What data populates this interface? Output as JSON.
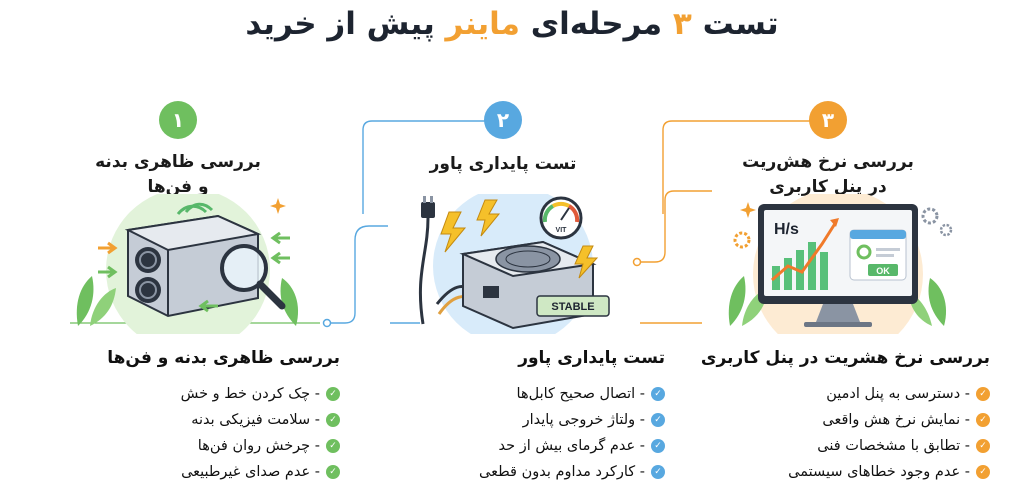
{
  "title": {
    "before": "تست",
    "accent1": "۳",
    "middle": "مرحله‌ای",
    "accent2": "ماینر",
    "after": "پیش از خرید"
  },
  "colors": {
    "step1": "#6fbf5f",
    "step2": "#58a8e0",
    "step3": "#f2a032",
    "dark": "#1d2430"
  },
  "steps": [
    {
      "number": "۳",
      "card_title": [
        "بررسی نرخ هش‌ریت",
        "در پنل کاربری"
      ],
      "subtitle": "بررسی نرخ هشریت در پنل کاربری",
      "items": [
        "- دسترسی به پنل ادمین",
        "- نمایش نرخ هش واقعی",
        "- تطابق با مشخصات فنی",
        "- عدم وجود خطاهای سیستمی"
      ],
      "illustration": {
        "chart_label": "H/s",
        "button_label": "OK",
        "icons": [
          "monitor-icon",
          "gear-icon",
          "chart-icon",
          "leaf-icon"
        ]
      }
    },
    {
      "number": "۲",
      "card_title": [
        "تست پایداری پاور"
      ],
      "subtitle": "تست پایداری پاور",
      "items": [
        "- اتصال صحیح کابل‌ها",
        "- ولتاژ خروجی پایدار",
        "- عدم گرمای بیش از حد",
        "- کارکرد مداوم بدون قطعی"
      ],
      "illustration": {
        "gauge_label": "VIT",
        "badge_label": "STABLE",
        "icons": [
          "power-supply-icon",
          "plug-icon",
          "lightning-icon",
          "gauge-icon"
        ]
      }
    },
    {
      "number": "۱",
      "card_title": [
        "بررسی ظاهری بدنه",
        "و فن‌ها"
      ],
      "subtitle": "بررسی ظاهری بدنه و فن‌ها",
      "items": [
        "- چک کردن خط و خش",
        "- سلامت فیزیکی بدنه",
        "- چرخش روان فن‌ها",
        "- عدم صدای غیرطبیعی"
      ],
      "illustration": {
        "icons": [
          "miner-icon",
          "magnifier-icon",
          "arrow-icon",
          "leaf-icon"
        ]
      }
    }
  ]
}
